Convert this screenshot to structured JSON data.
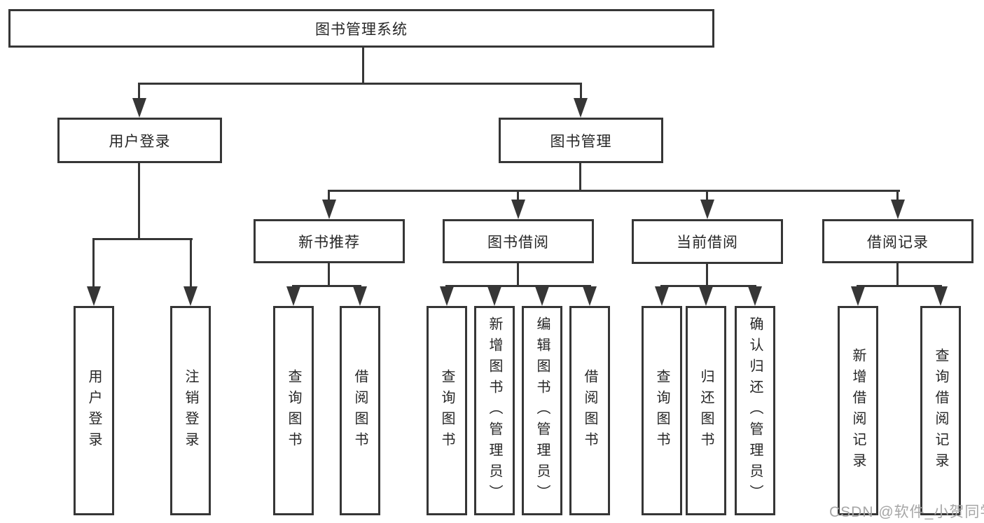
{
  "diagram": {
    "type": "hierarchy-tree",
    "nodes": {
      "root": "图书管理系统",
      "user_login": "用户登录",
      "book_mgmt": "图书管理",
      "new_book": "新书推荐",
      "borrow": "图书借阅",
      "current": "当前借阅",
      "records": "借阅记录",
      "leaf_user_login": "用户登录",
      "leaf_logout": "注销登录",
      "leaf_nb_query": "查询图书",
      "leaf_nb_borrow": "借阅图书",
      "leaf_bw_query": "查询图书",
      "leaf_bw_add": "新增图书（管理员）",
      "leaf_bw_edit": "编辑图书（管理员）",
      "leaf_bw_borrow": "借阅图书",
      "leaf_cur_query": "查询图书",
      "leaf_cur_return": "归还图书",
      "leaf_cur_confirm": "确认归还（管理员）",
      "leaf_rec_add": "新增借阅记录",
      "leaf_rec_query": "查询借阅记录"
    },
    "hierarchy": {
      "图书管理系统": {
        "用户登录": [
          "用户登录",
          "注销登录"
        ],
        "图书管理": {
          "新书推荐": [
            "查询图书",
            "借阅图书"
          ],
          "图书借阅": [
            "查询图书",
            "新增图书（管理员）",
            "编辑图书（管理员）",
            "借阅图书"
          ],
          "当前借阅": [
            "查询图书",
            "归还图书",
            "确认归还（管理员）"
          ],
          "借阅记录": [
            "新增借阅记录",
            "查询借阅记录"
          ]
        }
      }
    },
    "watermark": "CSDN @软件_小贺同学",
    "colors": {
      "background": "#ffffff",
      "line": "#363636",
      "box_border": "#363636",
      "text": "#262626",
      "watermark": "#a6a6a6"
    }
  }
}
